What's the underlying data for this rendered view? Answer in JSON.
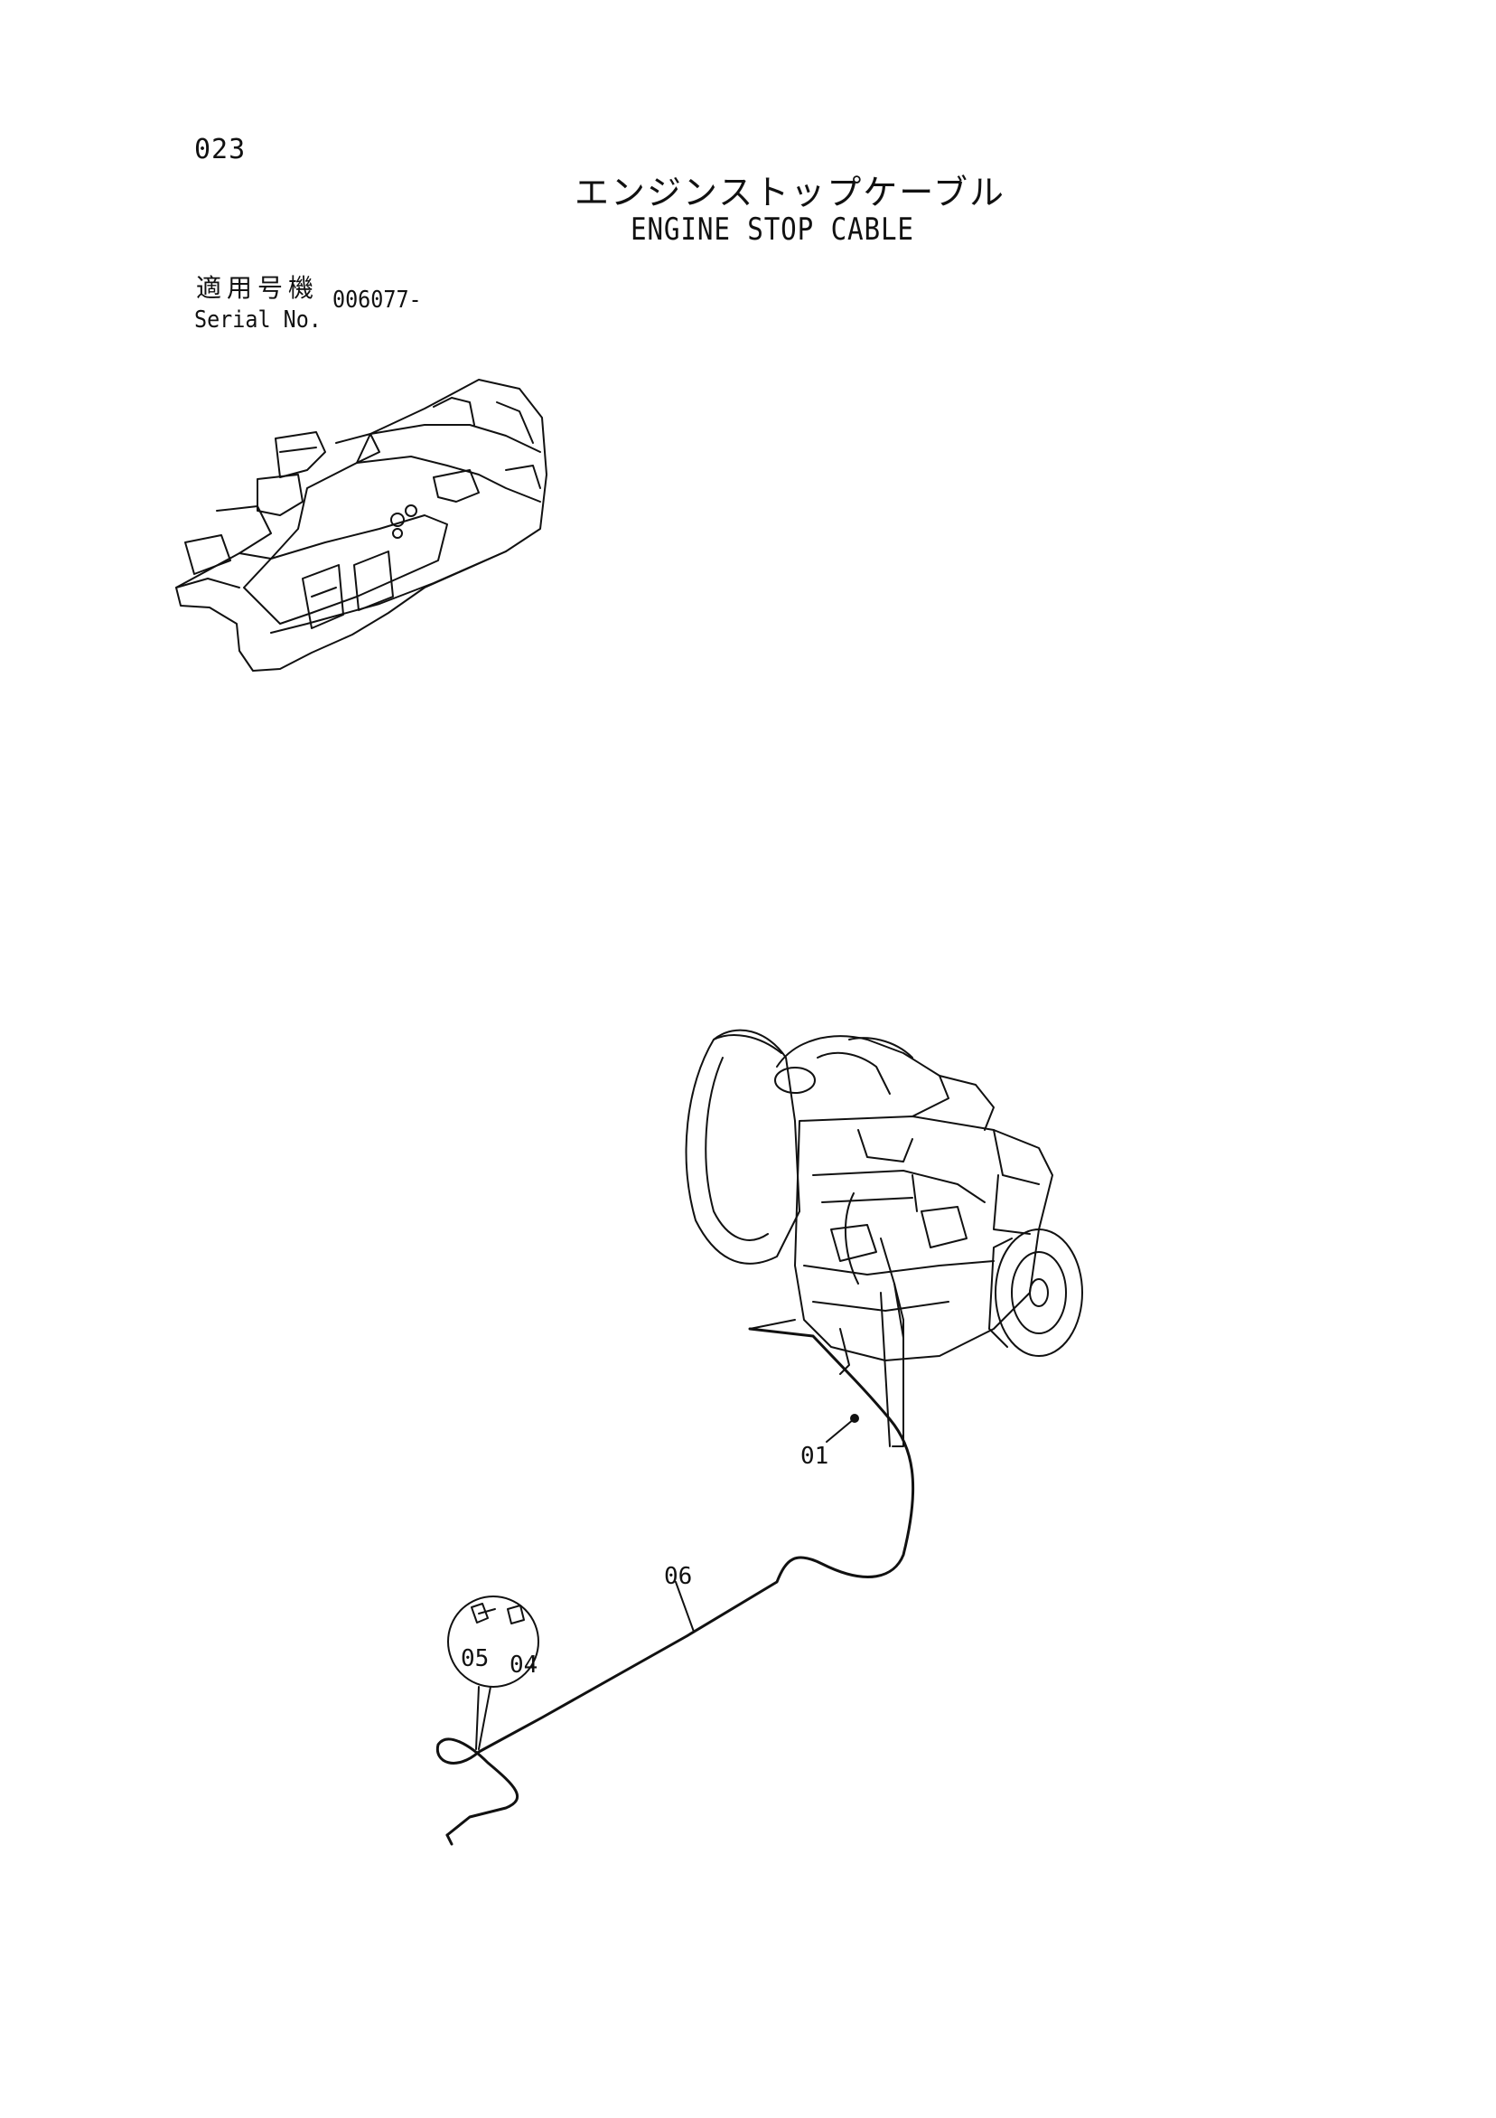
{
  "page": {
    "number": "023",
    "title_ja": "エンジンストップケーブル",
    "title_en": "ENGINE STOP CABLE"
  },
  "serial": {
    "label_ja": "適用号機",
    "label_en": "Serial No.",
    "value": "006077-"
  },
  "callouts": {
    "cable": "01",
    "cable_assy": "06",
    "bolt": "05",
    "nut": "04"
  },
  "colors": {
    "line": "#111111",
    "background": "#ffffff"
  }
}
